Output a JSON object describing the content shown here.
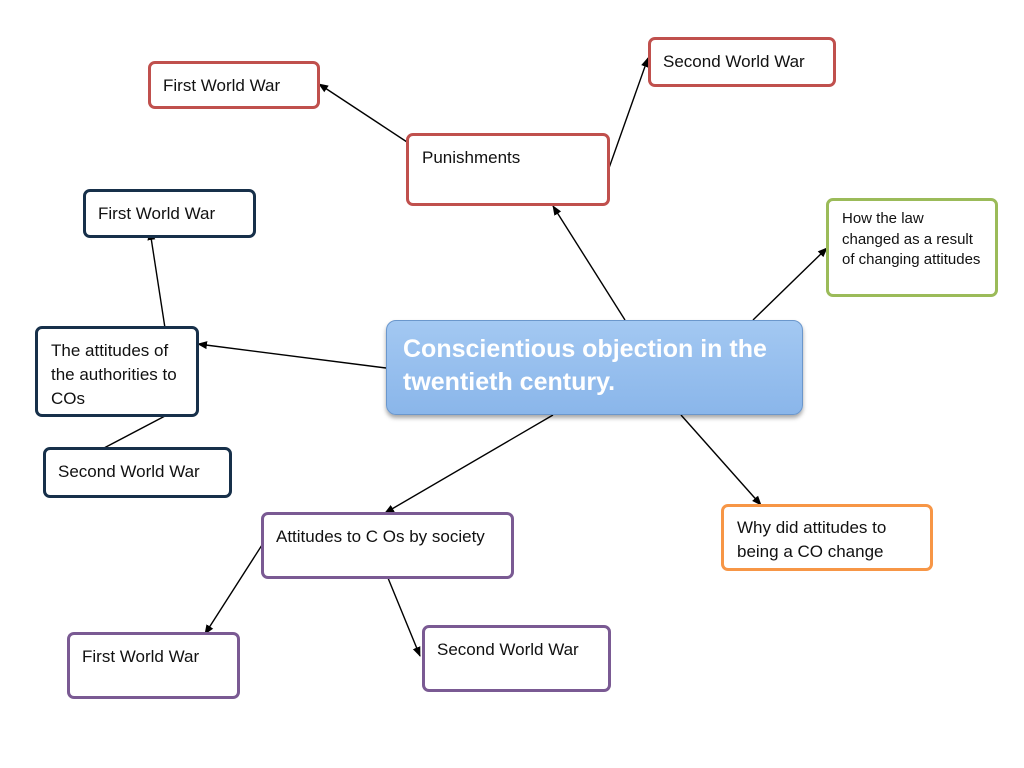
{
  "central": {
    "title": "Conscientious objection in the twentieth century."
  },
  "nodes": {
    "punishments": "Punishments",
    "punishments_first_ww": "First World War",
    "punishments_second_ww": "Second World War",
    "authorities": "The attitudes of the authorities to COs",
    "authorities_first_ww": "First World War",
    "authorities_second_ww": "Second World War",
    "society": "Attitudes to C Os by society",
    "society_first_ww": "First World War",
    "society_second_ww": "Second World War",
    "law": "How the law changed as a result of changing attitudes",
    "why": "Why did attitudes to being a CO change"
  },
  "colors": {
    "punishments_branch": "#c0504d",
    "authorities_branch": "#17304a",
    "society_branch": "#7a5a93",
    "law_branch": "#9bbb59",
    "why_branch": "#f79646",
    "central_fill": "#8ab6ea"
  }
}
